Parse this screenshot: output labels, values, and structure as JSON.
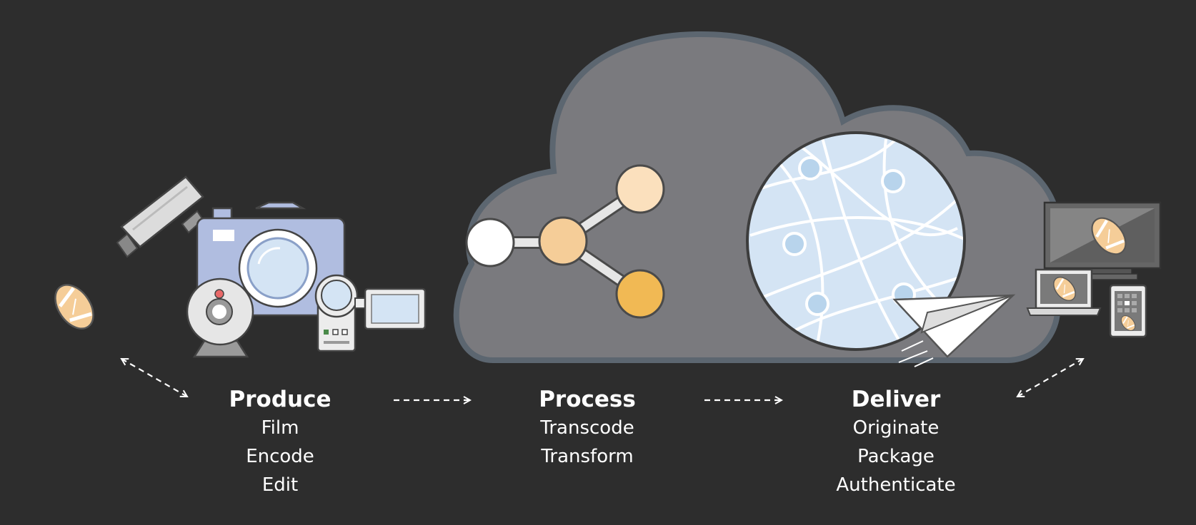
{
  "stages": [
    {
      "title": "Produce",
      "items": [
        "Film",
        "Encode",
        "Edit"
      ]
    },
    {
      "title": "Process",
      "items": [
        "Transcode",
        "Transform"
      ]
    },
    {
      "title": "Deliver",
      "items": [
        "Originate",
        "Package",
        "Authenticate"
      ]
    }
  ],
  "colors": {
    "background": "#2d2d2d",
    "cloud_fill": "#7a7a7e",
    "cloud_outline": "#5c6670",
    "node_white": "#ffffff",
    "node_light_peach": "#fbe0bd",
    "node_peach": "#f5cd98",
    "node_orange": "#f1b954",
    "globe_fill": "#d4e4f4",
    "camera_blue": "#b0bde0",
    "football": "#f5cd98",
    "arrow": "#ffffff"
  },
  "icons": [
    "football-icon",
    "security-camera-icon",
    "photo-camera-icon",
    "webcam-icon",
    "camcorder-icon",
    "cloud-icon",
    "share-nodes-icon",
    "globe-icon",
    "paper-plane-icon",
    "monitor-icon",
    "laptop-icon",
    "tablet-icon"
  ]
}
